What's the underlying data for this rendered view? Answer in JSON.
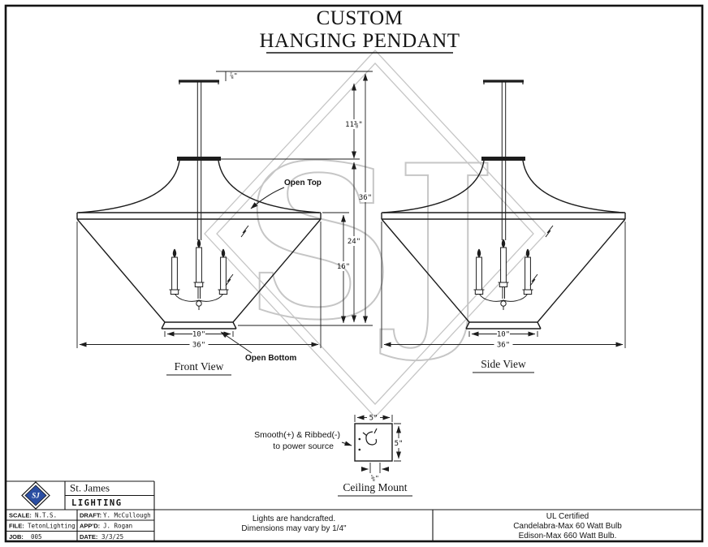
{
  "title": {
    "line1": "CUSTOM",
    "line2": "HANGING PENDANT"
  },
  "watermark": {
    "letters": "SJ"
  },
  "front_view": {
    "label": "Front View",
    "annotations": {
      "open_top": "Open Top",
      "open_bottom": "Open Bottom"
    },
    "dims": {
      "bottom_width": "10\"",
      "overall_width": "36\""
    }
  },
  "side_view": {
    "label": "Side View",
    "dims": {
      "bottom_width": "10\"",
      "overall_width": "36\""
    }
  },
  "height_dims": {
    "stem_drop": "⅞\"",
    "upper_section": "11⅜\"",
    "overall_height": "36\"",
    "mid_section": "24\"",
    "lower_section": "16\""
  },
  "ceiling_mount": {
    "label": "Ceiling Mount",
    "note_line1": "Smooth(+) & Ribbed(-)",
    "note_line2": "to power source",
    "dims": {
      "width": "5\"",
      "height": "5\"",
      "offset": "⅝\""
    }
  },
  "title_block": {
    "company_name": "St. James",
    "company_sub": "LIGHTING",
    "logo_letters": "SJ",
    "fields": [
      {
        "label": "SCALE:",
        "value": "N.T.S."
      },
      {
        "label": "DRAFT:",
        "value": "Y. McCullough"
      },
      {
        "label": "FILE:",
        "value": "TetonLighting"
      },
      {
        "label": "APP'D:",
        "value": "J. Rogan"
      },
      {
        "label": "JOB:",
        "value": "005"
      },
      {
        "label": "DATE:",
        "value": "3/3/25"
      }
    ]
  },
  "notes": {
    "center": [
      "Lights are handcrafted.",
      "Dimensions may vary by 1/4\""
    ],
    "right": [
      "UL Certified",
      "Candelabra-Max 60 Watt Bulb",
      "Edison-Max 660 Watt Bulb."
    ]
  },
  "colors": {
    "line": "#1c1c1c",
    "watermark": "#c6c6c6",
    "logo_blue": "#2b4ea2"
  }
}
